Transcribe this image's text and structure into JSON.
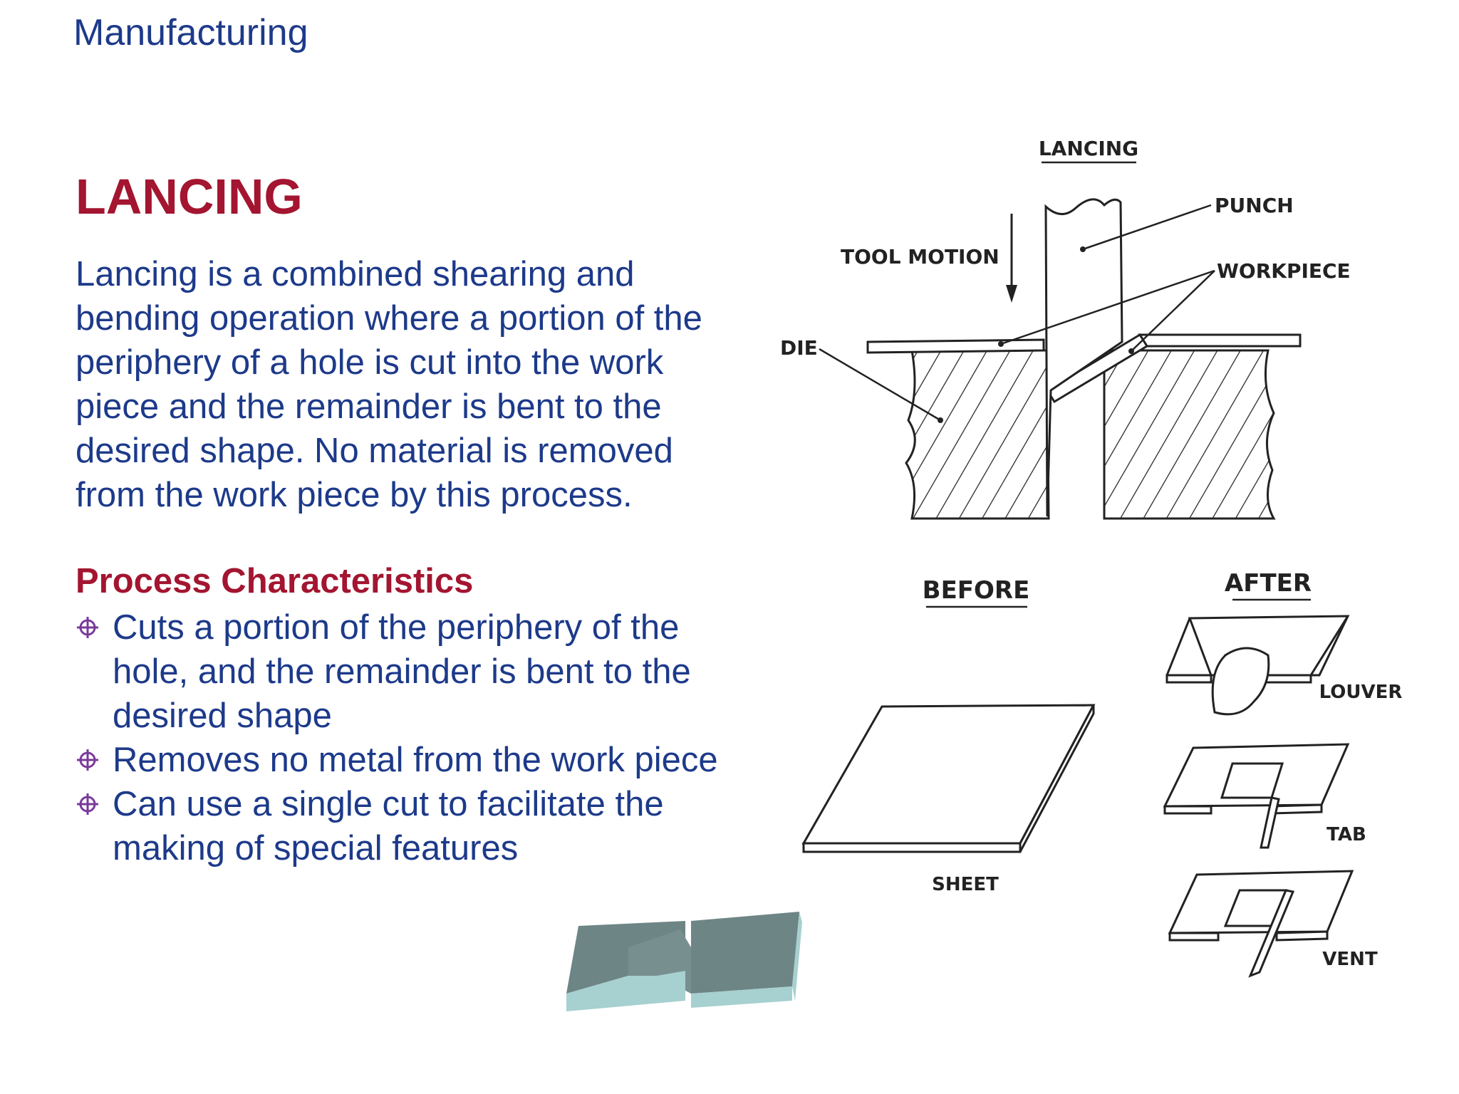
{
  "header": "Manufacturing",
  "title": "LANCING",
  "description": "Lancing is a combined shearing and bending operation where a portion of the periphery of a hole is cut into the work piece and the remainder is bent to the desired shape.  No material is removed from the work piece by this process.",
  "process_characteristics": {
    "heading": "Process Characteristics",
    "bullets": [
      "Cuts a portion of the periphery of the hole, and the remainder is bent to the desired shape",
      "Removes no metal from the work piece",
      "Can use a single cut to facilitate the making of special features"
    ]
  },
  "diagram": {
    "title": "LANCING",
    "labels": {
      "tool_motion": "TOOL MOTION",
      "punch": "PUNCH",
      "workpiece": "WORKPIECE",
      "die": "DIE",
      "before": "BEFORE",
      "after": "AFTER",
      "sheet": "SHEET",
      "louver": "LOUVER",
      "tab": "TAB",
      "vent": "VENT"
    }
  },
  "colors": {
    "header": "#1d3a8a",
    "accent": "#a31530",
    "body": "#1d3a8a",
    "block": "#6e8585"
  }
}
